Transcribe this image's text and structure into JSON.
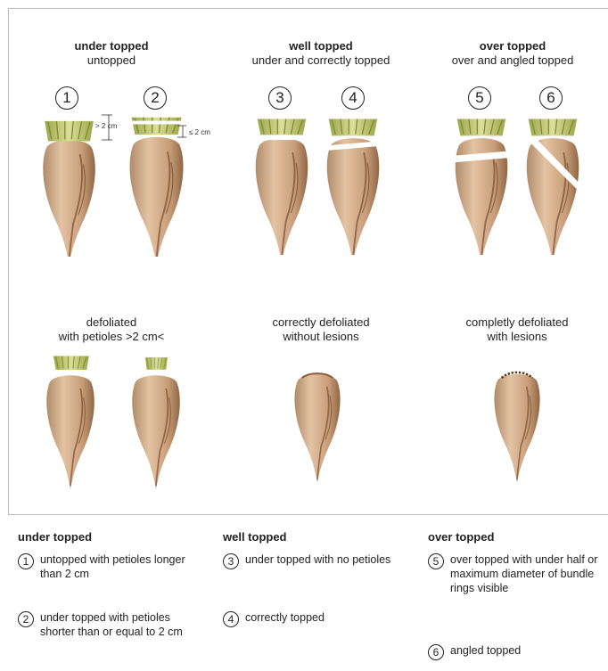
{
  "groups": [
    {
      "title": "under topped",
      "subtitle": "untopped"
    },
    {
      "title": "well topped",
      "subtitle": "under and correctly topped"
    },
    {
      "title": "over topped",
      "subtitle": "over and angled topped"
    }
  ],
  "numbers": [
    "1",
    "2",
    "3",
    "4",
    "5",
    "6"
  ],
  "measures": {
    "m1": "> 2 cm",
    "m2": "≤ 2 cm"
  },
  "defoliation": [
    {
      "line1": "defoliated",
      "line2": "with petioles >2 cm<"
    },
    {
      "line1": "correctly defoliated",
      "line2": "without lesions"
    },
    {
      "line1": "completly defoliated",
      "line2": "with lesions"
    }
  ],
  "legend": {
    "under": {
      "title": "under topped",
      "items": [
        {
          "num": "1",
          "text": "untopped with petioles longer than 2 cm"
        },
        {
          "num": "2",
          "text": "under topped with petioles shorter than or equal to 2 cm"
        }
      ]
    },
    "well": {
      "title": "well topped",
      "items": [
        {
          "num": "3",
          "text": "under topped with no petioles"
        },
        {
          "num": "4",
          "text": "correctly topped"
        }
      ]
    },
    "over": {
      "title": "over topped",
      "items": [
        {
          "num": "5",
          "text": "over topped with under half or maximum diameter of bundle rings visible"
        },
        {
          "num": "6",
          "text": "angled topped"
        }
      ]
    }
  },
  "colors": {
    "beet_body": "#d9b592",
    "beet_shade": "#8a5a38",
    "leaf": "#c9cf7a",
    "leaf_dark": "#8f9a3e",
    "cut": "#ffffff"
  }
}
